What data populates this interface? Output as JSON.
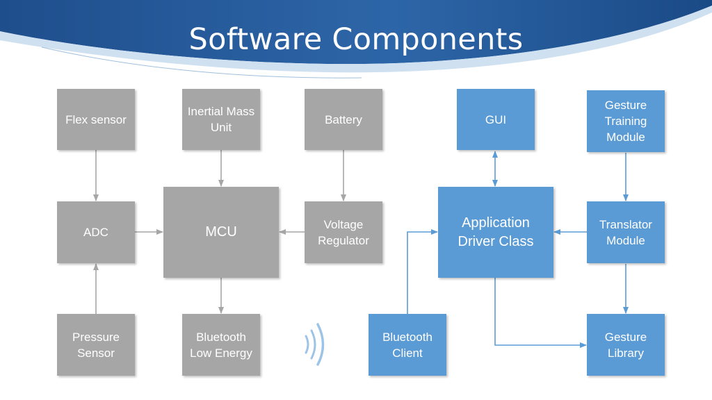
{
  "slide": {
    "title": "Software Components"
  },
  "colors": {
    "header_dark": "#1f4e8c",
    "header_mid": "#3f7fc4",
    "hardware_box": "#a6a6a6",
    "software_box": "#5b9bd5",
    "arrow_gray": "#a6a6a6",
    "arrow_blue": "#5b9bd5"
  },
  "hardware": {
    "flex_sensor": "Flex sensor",
    "imu": "Inertial Mass\nUnit",
    "battery": "Battery",
    "adc": "ADC",
    "mcu": "MCU",
    "voltage_regulator": "Voltage\nRegulator",
    "pressure_sensor": "Pressure\nSensor",
    "bluetooth_le": "Bluetooth\nLow Energy"
  },
  "software": {
    "gui": "GUI",
    "gesture_training": "Gesture\nTraining\nModule",
    "app_driver": "Application\nDriver Class",
    "translator": "Translator\nModule",
    "bluetooth_client": "Bluetooth\nClient",
    "gesture_library": "Gesture\nLibrary"
  },
  "icons": {
    "wireless": "wireless-signal-icon"
  }
}
